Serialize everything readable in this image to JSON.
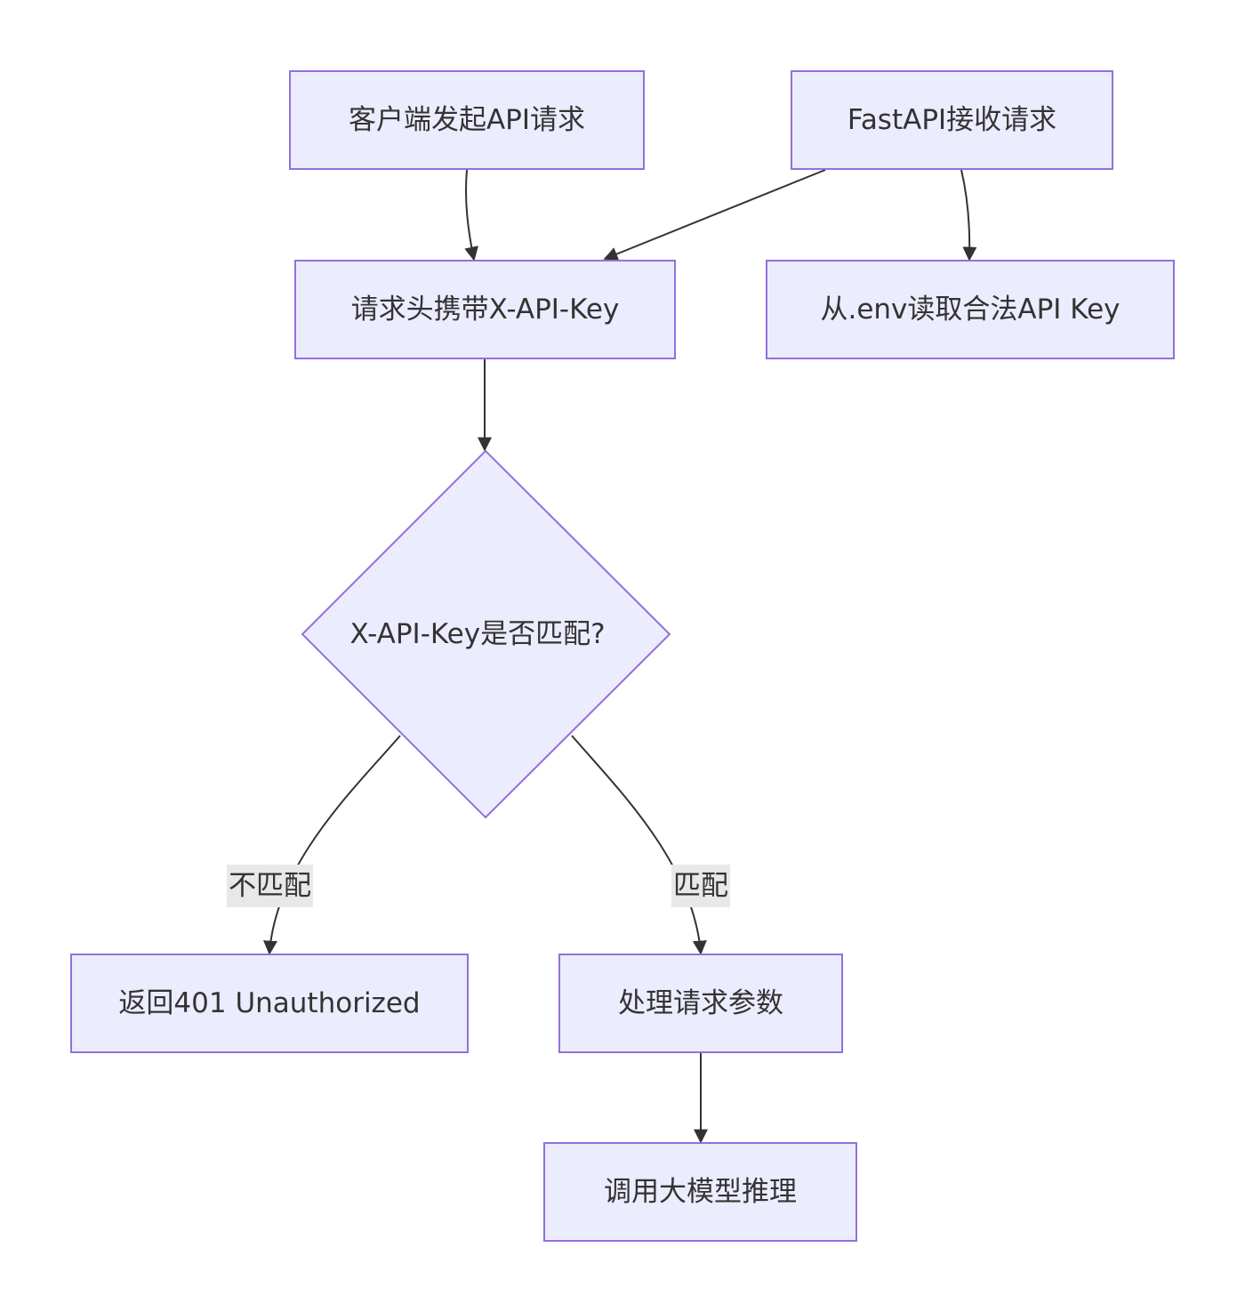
{
  "diagram": {
    "type": "flowchart",
    "nodes": {
      "client_request": "客户端发起API请求",
      "fastapi_receive": "FastAPI接收请求",
      "header_key": "请求头携带X-API-Key",
      "read_env": "从.env读取合法API Key",
      "key_match": "X-API-Key是否匹配?",
      "return_401": "返回401 Unauthorized",
      "process_params": "处理请求参数",
      "call_model": "调用大模型推理"
    },
    "edges": {
      "no_match": "不匹配",
      "match": "匹配"
    },
    "colors": {
      "node_fill": "#ECECFF",
      "node_stroke": "#9370DB",
      "edge_stroke": "#333333",
      "edge_label_bg": "#E8E8E8",
      "text": "#333333"
    }
  }
}
